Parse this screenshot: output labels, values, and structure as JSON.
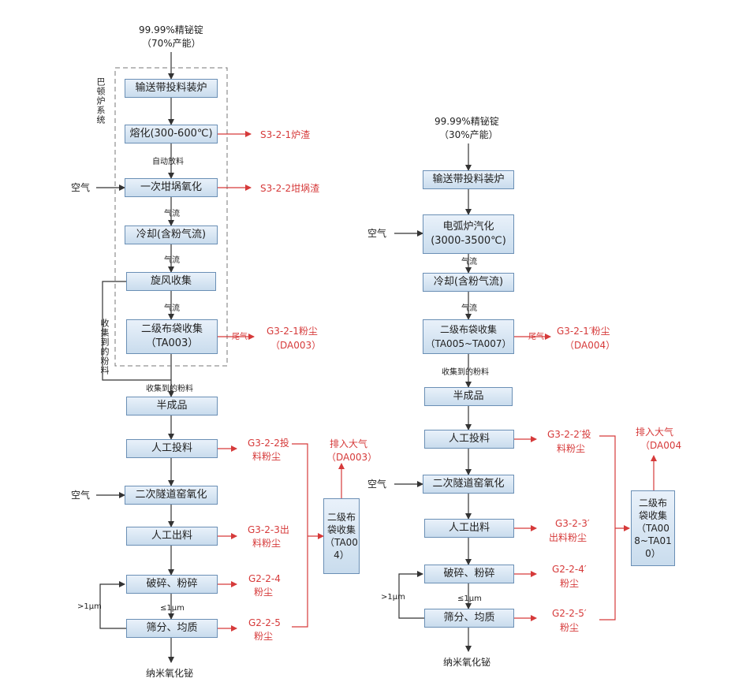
{
  "left": {
    "input_title": "99.99%精铋锭",
    "input_share": "（70%产能）",
    "furnace_system": "巴顿炉系统",
    "boxes": {
      "feed": "输送带投料装炉",
      "melt": "熔化(300-600℃)",
      "oxidize": "一次坩埚氧化",
      "cool": "冷却(含粉气流)",
      "cyclone": "旋风收集",
      "bag_a": "二级布袋收集",
      "bag_b": "（TA003）",
      "semi": "半成品",
      "manual_feed": "人工投料",
      "tunnel": "二次隧道窑氧化",
      "manual_out": "人工出料",
      "crush": "破碎、粉碎",
      "sieve": "筛分、均质"
    },
    "labels": {
      "auto_discharge": "自动放料",
      "flow1": "气流",
      "flow2": "气流",
      "flow3": "气流",
      "collected_powder": "收集到的粉料",
      "collected_side": "收集到的粉料",
      "air1": "空气",
      "air2": "空气",
      "tail_gas": "尾气",
      "gt1um": ">1μm",
      "le1um": "≤1μm",
      "product": "纳米氧化铋"
    },
    "emissions": {
      "s1": "S3-2-1炉渣",
      "s2": "S3-2-2坩埚渣",
      "g1a": "G3-2-1粉尘",
      "g1b": "（DA003）",
      "g2a": "G3-2-2投",
      "g2b": "料粉尘",
      "g3a": "G3-2-3出",
      "g3b": "料粉尘",
      "g4a": "G2-2-4",
      "g4b": "粉尘",
      "g5a": "G2-2-5",
      "g5b": "粉尘",
      "exhaust_a": "排入大气",
      "exhaust_b": "（DA003）"
    },
    "bag2": [
      "二级布",
      "袋收集",
      "（TA00",
      "4）"
    ]
  },
  "right": {
    "input_title": "99.99%精铋锭",
    "input_share": "（30%产能）",
    "boxes": {
      "feed": "输送带投料装炉",
      "arc_a": "电弧炉汽化",
      "arc_b": "(3000-3500℃)",
      "cool": "冷却(含粉气流)",
      "bag_a": "二级布袋收集",
      "bag_b": "（TA005~TA007）",
      "semi": "半成品",
      "manual_feed": "人工投料",
      "tunnel": "二次隧道窑氧化",
      "manual_out": "人工出料",
      "crush": "破碎、粉碎",
      "sieve": "筛分、均质"
    },
    "labels": {
      "air1": "空气",
      "air2": "空气",
      "flow1": "气流",
      "flow2": "气流",
      "tail_gas": "尾气",
      "collected_powder": "收集到的粉料",
      "gt1um": ">1μm",
      "le1um": "≤1μm",
      "product": "纳米氧化铋"
    },
    "emissions": {
      "g1a": "G3-2-1′粉尘",
      "g1b": "（DA004）",
      "g2a": "G3-2-2′投",
      "g2b": "料粉尘",
      "g3a": "G3-2-3′",
      "g3b": "出料粉尘",
      "g4a": "G2-2-4′",
      "g4b": "粉尘",
      "g5a": "G2-2-5′",
      "g5b": "粉尘",
      "exhaust_a": "排入大气",
      "exhaust_b": "（DA004"
    },
    "bag2": [
      "二级布",
      "袋收集",
      "（TA00",
      "8~TA01",
      "0）"
    ]
  },
  "colors": {
    "flow_line": "#333333",
    "emission_line": "#d63a3a",
    "box_border": "#6a8fb5"
  }
}
